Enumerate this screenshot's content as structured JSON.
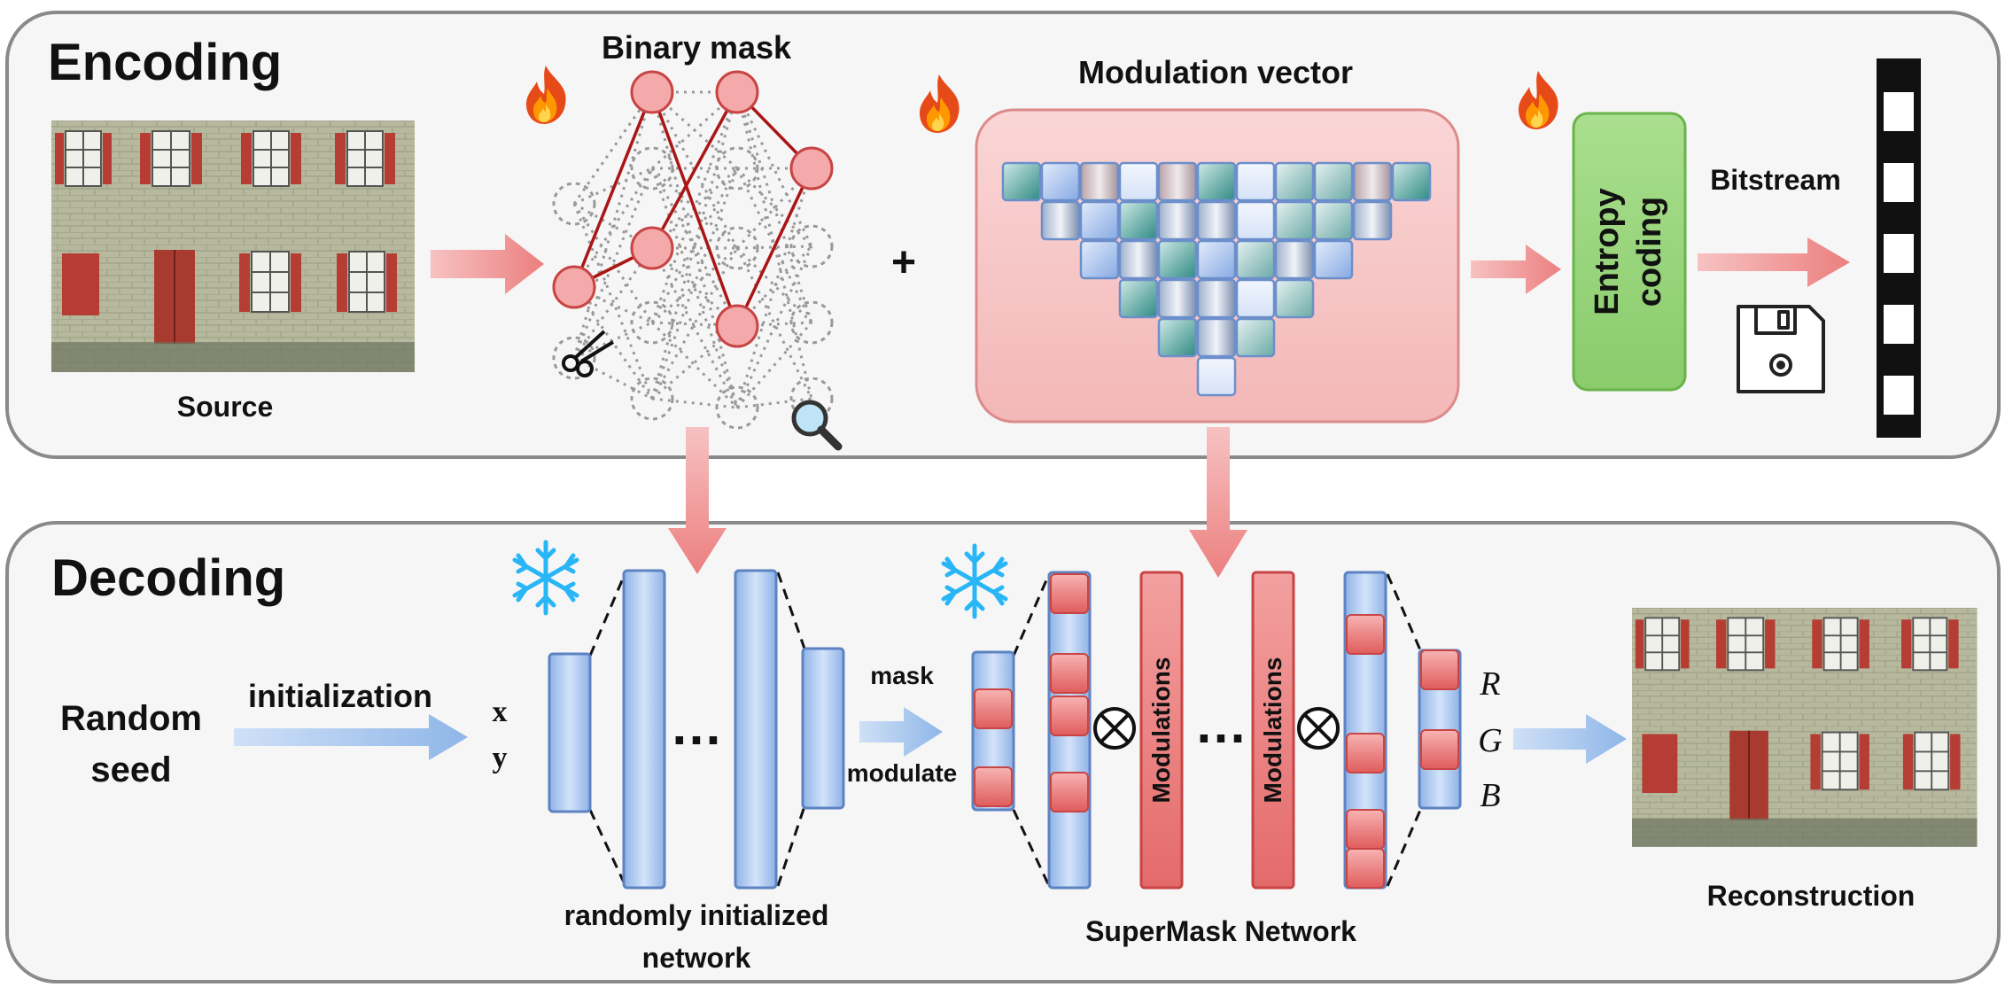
{
  "encoding": {
    "title": "Encoding",
    "source_label": "Source",
    "binary_mask_label": "Binary mask",
    "plus": "+",
    "modulation_vector_label": "Modulation vector",
    "entropy_line1": "Entropy",
    "entropy_line2": "coding",
    "bitstream_label": "Bitstream"
  },
  "decoding": {
    "title": "Decoding",
    "random_line1": "Random",
    "random_line2": "seed",
    "initialization_label": "initialization",
    "input_x": "x",
    "input_y": "y",
    "ellipsis": "…",
    "random_net_line1": "randomly initialized",
    "random_net_line2": "network",
    "mask_label": "mask",
    "modulate_label": "modulate",
    "modulations_label": "Modulations",
    "supermask_label": "SuperMask Network",
    "out_r": "R",
    "out_g": "G",
    "out_b": "B",
    "reconstruction_label": "Reconstruction"
  },
  "colors": {
    "panel_bg": "#f6f6f6",
    "panel_border": "#888888",
    "arrow_red": "#ef8e8e",
    "arrow_blue": "#9ec0ea",
    "node_red": "#f3a9a9",
    "layer_blue": "#a8c6ee",
    "layer_red": "#e87474",
    "entropy_green": "#97d47a",
    "modvec_bg": "#f6c9c9"
  },
  "icons": [
    "fire-icon",
    "scissors-icon",
    "magnifier-icon",
    "snowflake-icon",
    "floppy-disk-icon",
    "film-strip-icon",
    "tensor-product-icon"
  ]
}
